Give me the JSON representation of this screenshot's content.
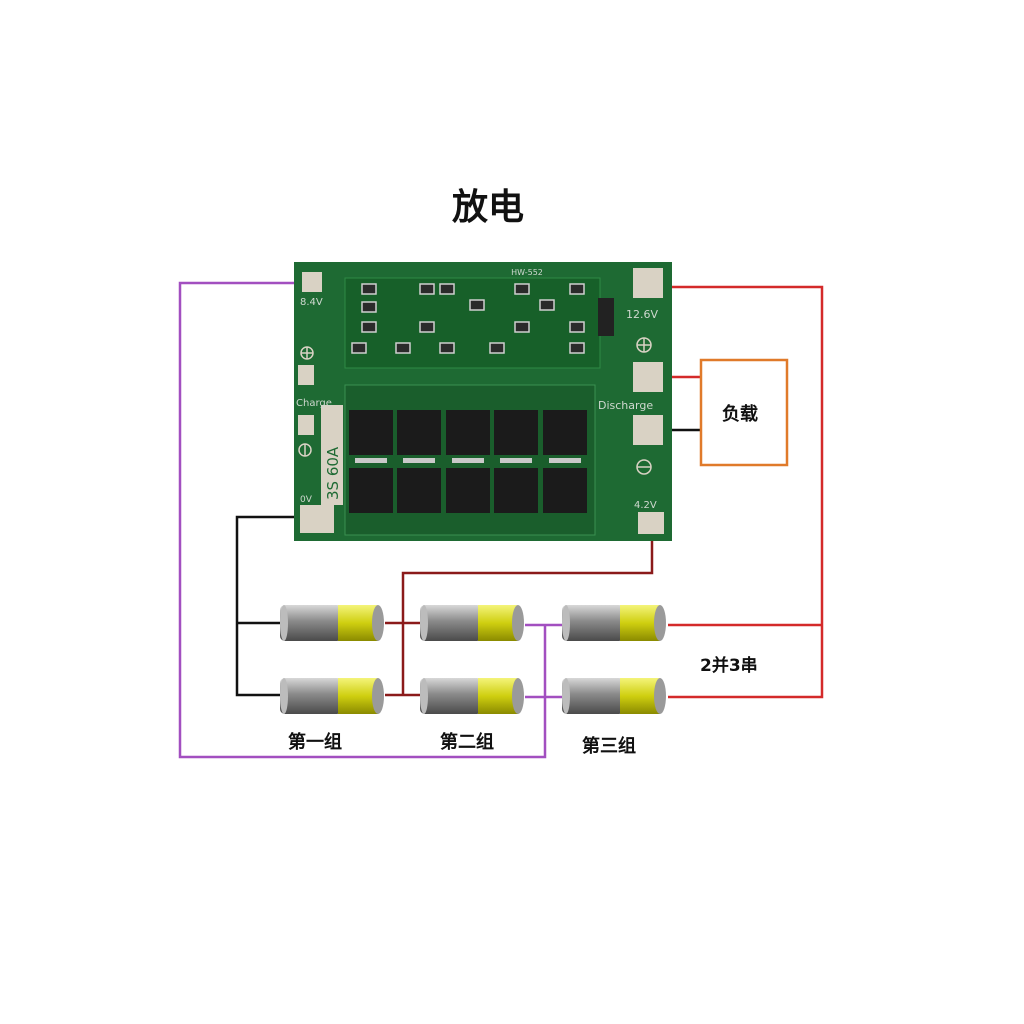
{
  "title": "放电",
  "board": {
    "model": "HW-552",
    "rating": "3S 60A",
    "pads": {
      "b_plus": "8.4V",
      "p_plus": "12.6V",
      "charge": "Charge",
      "discharge": "Discharge",
      "b_minus": "0V",
      "mid": "4.2V"
    }
  },
  "load_label": "负载",
  "config_label": "2并3串",
  "groups": [
    "第一组",
    "第二组",
    "第三组"
  ],
  "colors": {
    "purple": "#a24fc0",
    "red": "#d42a2a",
    "dark_red": "#8b1a1a",
    "black": "#111111",
    "load_border": "#e07a2a",
    "pcb": "#1e6a33"
  }
}
